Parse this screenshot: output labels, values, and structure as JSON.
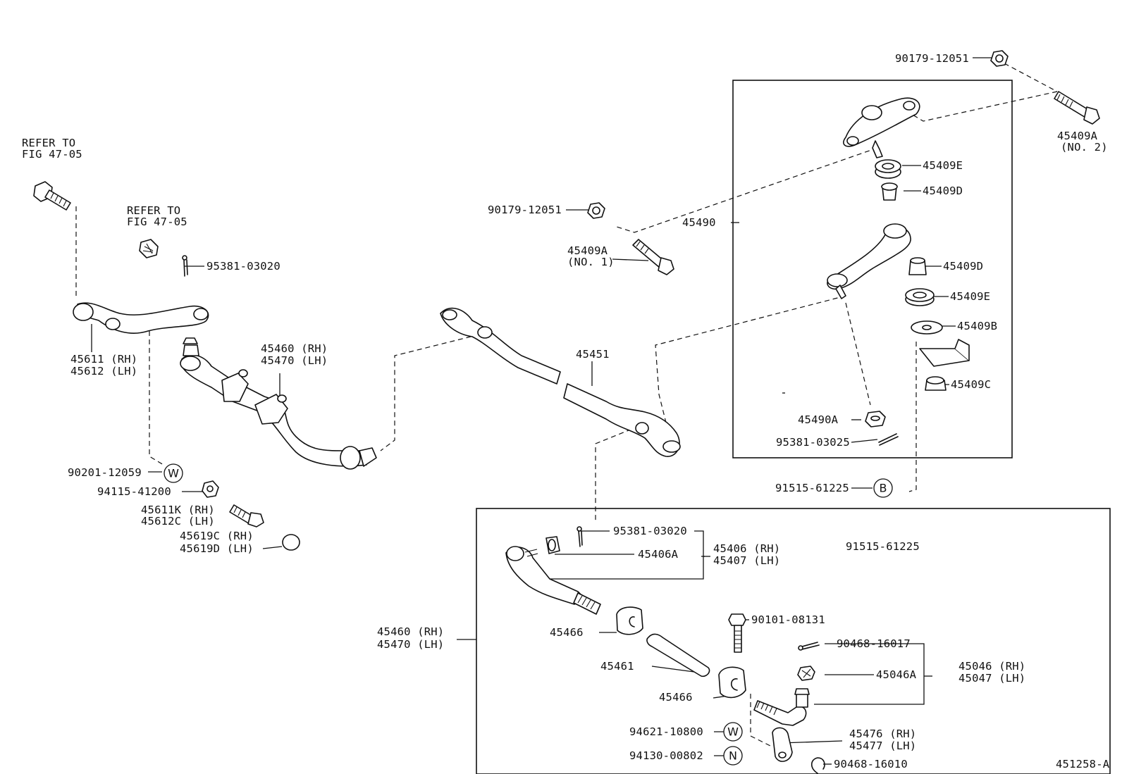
{
  "figure_code": "451258-A",
  "refer_to": [
    "REFER TO",
    "FIG 47-05"
  ],
  "symbols": {
    "w": "W",
    "b": "B",
    "n": "N"
  },
  "labels": {
    "p90179_top": "90179-12051",
    "p45409A_no2_a": "45409A",
    "p45409A_no2_b": "(NO. 2)",
    "p45409E_1": "45409E",
    "p45409D_1": "45409D",
    "p90179_mid": "90179-12051",
    "p45490": "45490",
    "p45409A_no1_a": "45409A",
    "p45409A_no1_b": "(NO. 1)",
    "p45409D_2": "45409D",
    "p45409E_2": "45409E",
    "p45409B": "45409B",
    "p45409C": "45409C",
    "p45490A": "45490A",
    "p95381_03025": "95381-03025",
    "p91515_b": "91515-61225",
    "p95381_left": "95381-03020",
    "p45611": "45611 (RH)",
    "p45612": "45612 (LH)",
    "p45460_top": "45460 (RH)",
    "p45470_top": "45470 (LH)",
    "p45451": "45451",
    "p90201": "90201-12059",
    "p94115": "94115-41200",
    "p45611K": "45611K (RH)",
    "p45612C": "45612C (LH)",
    "p45619C": "45619C (RH)",
    "p45619D": "45619D (LH)",
    "p95381_box": "95381-03020",
    "p45406A": "45406A",
    "p45406": "45406 (RH)",
    "p45407": "45407 (LH)",
    "p91515_box": "91515-61225",
    "p45460_box": "45460 (RH)",
    "p45470_box": "45470 (LH)",
    "p45466_1": "45466",
    "p90101": "90101-08131",
    "p45461": "45461",
    "p90468_16017": "90468-16017",
    "p45046A": "45046A",
    "p45046": "45046 (RH)",
    "p45047": "45047 (LH)",
    "p45466_2": "45466",
    "p94621": "94621-10800",
    "p94130": "94130-00802",
    "p45476": "45476 (RH)",
    "p45477": "45477 (LH)",
    "p90468_16010": "90468-16010"
  }
}
